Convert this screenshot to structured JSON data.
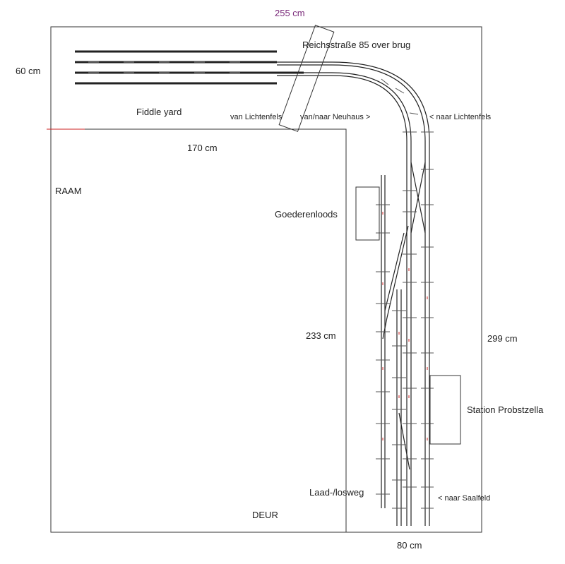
{
  "dimensions": {
    "top_width": "255 cm",
    "left_depth": "60 cm",
    "inner_width": "170 cm",
    "inner_height": "233 cm",
    "right_height": "299 cm",
    "bottom_width": "80 cm"
  },
  "labels": {
    "bridge": "Reichsstraße 85 over brug",
    "fiddle_yard": "Fiddle yard",
    "from_lichtenfels": "van Lichtenfels",
    "to_from_neuhaus": "van/naar Neuhaus >",
    "to_lichtenfels": "< naar Lichtenfels",
    "room": "RAAM",
    "goods_shed": "Goederenloods",
    "station": "Station Probstzella",
    "loading_road": "Laad-/losweg",
    "door": "DEUR",
    "to_saalfeld": "< naar Saalfeld"
  },
  "colors": {
    "outline": "#333333",
    "track": "#222222",
    "sleeper": "#555555",
    "accent_red": "#cc2222",
    "dimension_text": "#7a2a7a"
  }
}
